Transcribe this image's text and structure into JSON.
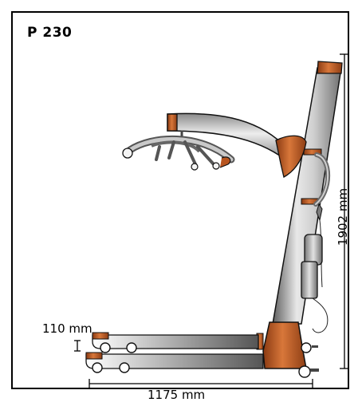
{
  "title": "P 230",
  "dimensions": {
    "total_height": "1902 mm",
    "base_height": "110 mm",
    "base_length": "1175 mm"
  },
  "colors": {
    "frame": "#000000",
    "mast_light": "#d9d9d9",
    "mast_dark": "#6f6f6f",
    "accent": "#b8551f",
    "outline": "#111111"
  }
}
